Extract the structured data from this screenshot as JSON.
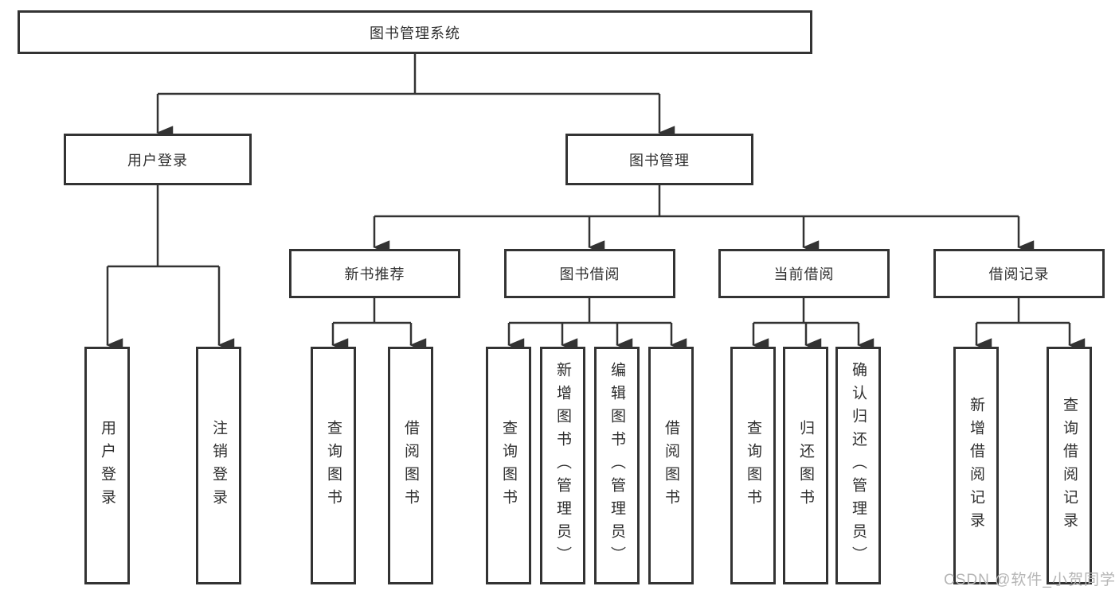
{
  "diagram": {
    "colors": {
      "line": "#333333",
      "text": "#2f2f2f",
      "box_background": "#ffffff",
      "watermark": "#b5b5b5"
    },
    "nodes": {
      "root": {
        "label": "图书管理系统"
      },
      "level2": [
        {
          "label": "用户登录"
        },
        {
          "label": "图书管理"
        }
      ],
      "level3": [
        {
          "label": "新书推荐"
        },
        {
          "label": "图书借阅"
        },
        {
          "label": "当前借阅"
        },
        {
          "label": "借阅记录"
        }
      ],
      "leaves": {
        "user_login": [
          {
            "label": "用户登录"
          },
          {
            "label": "注销登录"
          }
        ],
        "new_books": [
          {
            "label": "查询图书"
          },
          {
            "label": "借阅图书"
          }
        ],
        "book_borrow": [
          {
            "label": "查询图书"
          },
          {
            "label": "新增图书（管理员）"
          },
          {
            "label": "编辑图书（管理员）"
          },
          {
            "label": "借阅图书"
          }
        ],
        "current_borrow": [
          {
            "label": "查询图书"
          },
          {
            "label": "归还图书"
          },
          {
            "label": "确认归还（管理员）"
          }
        ],
        "borrow_records": [
          {
            "label": "新增借阅记录"
          },
          {
            "label": "查询借阅记录"
          }
        ]
      }
    },
    "watermark": "CSDN @软件_小贺同学"
  }
}
